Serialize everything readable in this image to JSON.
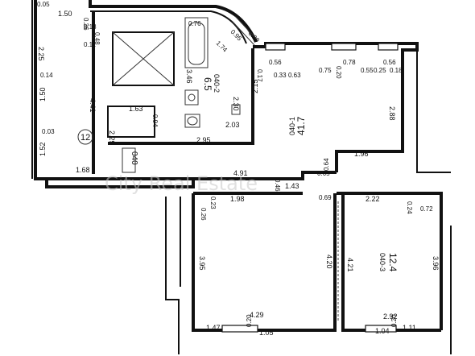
{
  "rooms": {
    "r1": {
      "id": "040-1",
      "area": "41.7"
    },
    "r2": {
      "id": "040-2",
      "area": "6.5"
    },
    "r3": {
      "id": "040-3",
      "area": "12.4"
    },
    "stair": {
      "label": "040"
    },
    "circle": {
      "label": "12"
    }
  },
  "dims": {
    "d005": "0.05",
    "d150": "1.50",
    "d036": "0.36",
    "d018": "0.18",
    "d048": "0.48",
    "d011": "0.11",
    "d225": "2.25",
    "d014": "0.14",
    "d150b": "1.50",
    "d003": "0.03",
    "d152": "1.52",
    "d168": "1.68",
    "d441": "4.41",
    "d163": "1.63",
    "d094": "0.94",
    "d229": "2.29",
    "d295": "2.95",
    "d203": "2.03",
    "d346": "3.46",
    "d230": "2.30",
    "d076": "0.76",
    "d174": "1.74",
    "d095": "0.95",
    "d020a": "0.20",
    "d215": "2.15",
    "d056a": "0.56",
    "d017": "0.17",
    "d033": "0.33",
    "d063": "0.63",
    "d075": "0.75",
    "d078": "0.78",
    "d020b": "0.20",
    "d055": "0.55",
    "d025": "0.25",
    "d056b": "0.56",
    "d018b": "0.18",
    "d288": "2.88",
    "d196": "1.96",
    "d064": "0.64",
    "d065": "0.65",
    "d491": "4.91",
    "d046": "0.46",
    "d143": "1.43",
    "d069": "0.69",
    "d198": "1.98",
    "d023": "0.23",
    "d026": "0.26",
    "d222": "2.22",
    "d024": "0.24",
    "d072": "0.72",
    "d395": "3.95",
    "d420": "4.20",
    "d421": "4.21",
    "d396": "3.96",
    "d429": "4.29",
    "d292": "2.92",
    "d147": "1.47",
    "d020c": "0.20",
    "d105": "1.05",
    "d104": "1.04",
    "d020d": "0.20",
    "d111": "1.11"
  },
  "watermark": "City Real Estate"
}
